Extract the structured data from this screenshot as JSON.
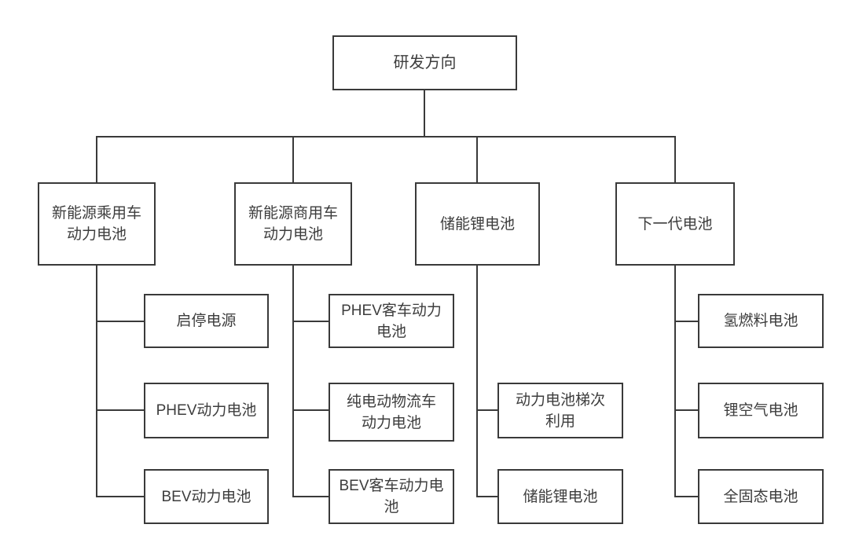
{
  "diagram_title": "研发方向",
  "colors": {
    "line": "#3a3a3a",
    "text": "#3d3d3d",
    "background": "#ffffff"
  },
  "root": {
    "label": "研发方向"
  },
  "branches": [
    {
      "label": "新能源乘用车\n动力电池",
      "children": [
        {
          "label": "启停电源"
        },
        {
          "label": "PHEV动力电池"
        },
        {
          "label": "BEV动力电池"
        }
      ]
    },
    {
      "label": "新能源商用车\n动力电池",
      "children": [
        {
          "label": "PHEV客车动力\n电池"
        },
        {
          "label": "纯电动物流车\n动力电池"
        },
        {
          "label": "BEV客车动力电\n池"
        }
      ]
    },
    {
      "label": "储能锂电池",
      "children": [
        {
          "label": "动力电池梯次\n利用"
        },
        {
          "label": "储能锂电池"
        }
      ]
    },
    {
      "label": "下一代电池",
      "children": [
        {
          "label": "氢燃料电池"
        },
        {
          "label": "锂空气电池"
        },
        {
          "label": "全固态电池"
        }
      ]
    }
  ]
}
